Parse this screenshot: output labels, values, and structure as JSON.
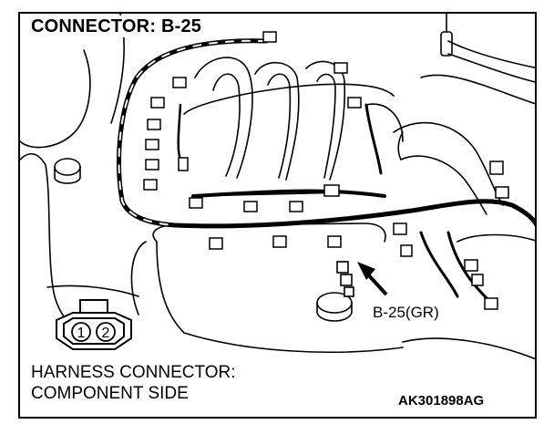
{
  "title": "CONNECTOR: B-25",
  "callout_label": "B-25(GR)",
  "harness_caption": {
    "line1": "HARNESS CONNECTOR:",
    "line2": "COMPONENT SIDE"
  },
  "figure_code": "AK301898AG",
  "connector_pins": [
    "1",
    "2"
  ],
  "colors": {
    "line": "#000000",
    "background": "#ffffff"
  }
}
